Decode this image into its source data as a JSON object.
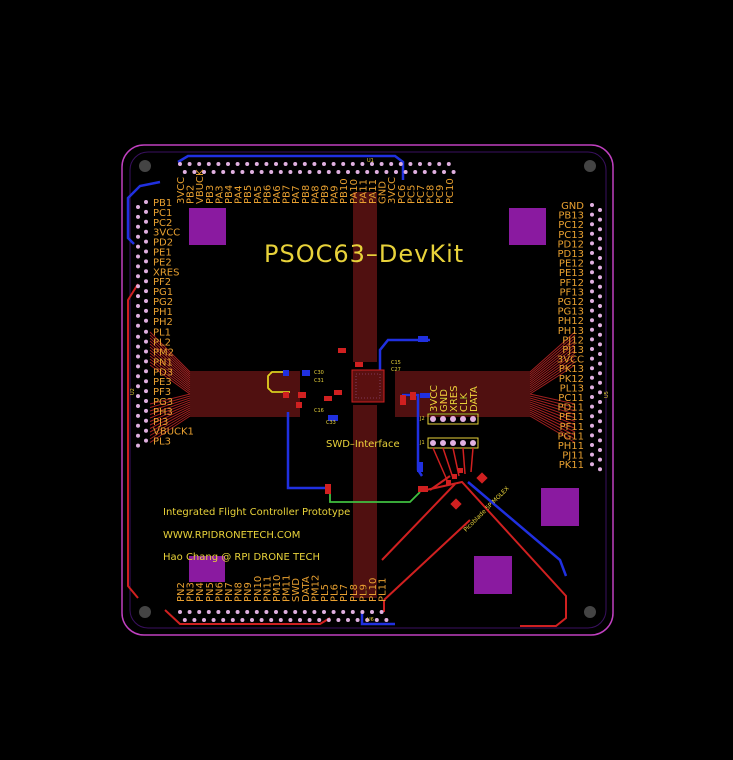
{
  "board": {
    "title": "PSOC63–DevKit",
    "info_lines": [
      "Integrated Flight Controller Prototype",
      "WWW.RPIDRONETECH.COM",
      "Hao Chang @ RPI DRONE TECH"
    ],
    "swd_label": "SWD–Interface",
    "molex_label": "Picoblade 5P MOLEX",
    "colors": {
      "outline": "#c040c0",
      "trace_top": "#d02020",
      "trace_bottom": "#2030e0",
      "silk": "#e8d23a",
      "pad": "#8a1aa0",
      "pin": "#e0b0e0"
    }
  },
  "headers": {
    "top": [
      "3VCC",
      "PB2",
      "VBUCK",
      "PB3",
      "PA3",
      "PB4",
      "PA4",
      "PB5",
      "PA5",
      "PB6",
      "PA6",
      "PB7",
      "PA7",
      "PB8",
      "PA8",
      "PB9",
      "PA9",
      "PB10",
      "PA10",
      "PA11",
      "PA11",
      "GND",
      "3VCC",
      "PC6",
      "PC5",
      "PC7",
      "PC8",
      "PC9",
      "PC10"
    ],
    "left": [
      "PB1",
      "PC1",
      "PC2",
      "3VCC",
      "PD2",
      "PE1",
      "PE2",
      "XRES",
      "PF2",
      "PG1",
      "PG2",
      "PH1",
      "PH2",
      "PL1",
      "PL2",
      "PM2",
      "PN1",
      "PD3",
      "PE3",
      "PF3",
      "PG3",
      "PH3",
      "PJ3",
      "VBUCK1",
      "PL3"
    ],
    "right": [
      "GND",
      "PB13",
      "PC12",
      "PC13",
      "PD12",
      "PD13",
      "PE12",
      "PE13",
      "PF12",
      "PF13",
      "PG12",
      "PG13",
      "PH12",
      "PH13",
      "PJ12",
      "PJ13",
      "3VCC",
      "PK13",
      "PK12",
      "PL13",
      "PC11",
      "PD11",
      "PE11",
      "PF11",
      "PG11",
      "PH11",
      "PJ11",
      "PK11"
    ],
    "bottom": [
      "PN2",
      "PN3",
      "PN4",
      "PN5",
      "PN6",
      "PN7",
      "PN8",
      "PN9",
      "PN10",
      "PN11",
      "PM10",
      "PM11",
      "SWD",
      "DATA",
      "PM12",
      "PL5",
      "PL6",
      "PL7",
      "PL8",
      "PL9",
      "PL10",
      "PL11"
    ]
  },
  "swd_pins": [
    "3VCC",
    "GND",
    "XRES",
    "CLK",
    "DATA"
  ],
  "refdes": {
    "u1": "U1",
    "u2": "U2",
    "u5": "U5",
    "u6": "U6",
    "j1": "J1",
    "j2": "J2",
    "c15": "C15",
    "c27": "C27",
    "c30": "C30",
    "c31": "C31",
    "c16": "C16",
    "c33": "C33"
  }
}
